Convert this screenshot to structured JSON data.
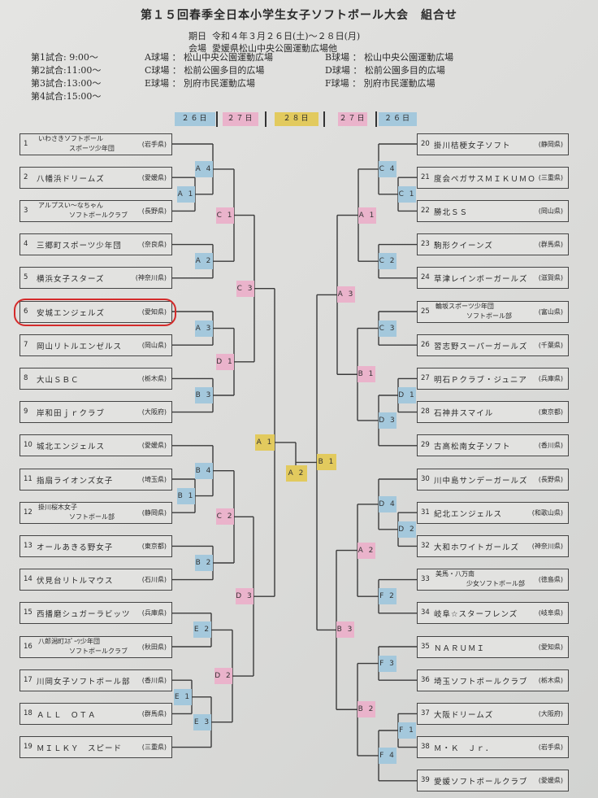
{
  "title": "第１５回春季全日本小学生女子ソフトボール大会　組合せ",
  "schedule": {
    "date_label": "期日",
    "date_value": "令和４年３月２６日(土)～２８日(月)",
    "venue_label": "会場",
    "venue_value": "愛媛県松山中央公園運動広場他"
  },
  "game_times": [
    "第1試合: 9:00～",
    "第2試合:11:00～",
    "第3試合:13:00～",
    "第4試合:15:00～"
  ],
  "fields": [
    {
      "label": "A球場",
      "name": "松山中央公園運動広場"
    },
    {
      "label": "B球場",
      "name": "松山中央公園運動広場"
    },
    {
      "label": "C球場",
      "name": "松前公園多目的広場"
    },
    {
      "label": "D球場",
      "name": "松前公園多目的広場"
    },
    {
      "label": "E球場",
      "name": "別府市民運動広場"
    },
    {
      "label": "F球場",
      "name": "別府市民運動広場"
    }
  ],
  "days": [
    {
      "label": "２６日",
      "color": "#a4c8dc"
    },
    {
      "label": "２７日",
      "color": "#eab3cb"
    },
    {
      "label": "２８日",
      "color": "#e2ca5e"
    },
    {
      "label": "２７日",
      "color": "#eab3cb"
    },
    {
      "label": "２６日",
      "color": "#a4c8dc"
    }
  ],
  "colors": {
    "blue": "#a4c8dc",
    "pink": "#eab3cb",
    "yellow": "#e2ca5e",
    "highlight": "#d42a2a"
  },
  "highlighted_team": 6,
  "teams": [
    {
      "num": "1",
      "name": [
        "いわさきソフトボール",
        "スポーツ少年団"
      ],
      "pref": "(岩手県)"
    },
    {
      "num": "2",
      "name": [
        "八幡浜ドリームズ"
      ],
      "pref": "(愛媛県)"
    },
    {
      "num": "3",
      "name": [
        "アルプスい～なちゃん",
        "ソフトボールクラブ"
      ],
      "pref": "(長野県)"
    },
    {
      "num": "4",
      "name": [
        "三郷町スポーツ少年団"
      ],
      "pref": "(奈良県)"
    },
    {
      "num": "5",
      "name": [
        "横浜女子スターズ"
      ],
      "pref": "(神奈川県)"
    },
    {
      "num": "6",
      "name": [
        "安城エンジェルズ"
      ],
      "pref": "(愛知県)"
    },
    {
      "num": "7",
      "name": [
        "岡山リトルエンゼルス"
      ],
      "pref": "(岡山県)"
    },
    {
      "num": "8",
      "name": [
        "大山ＳＢＣ"
      ],
      "pref": "(栃木県)"
    },
    {
      "num": "9",
      "name": [
        "岸和田ｊｒクラブ"
      ],
      "pref": "(大阪府)"
    },
    {
      "num": "10",
      "name": [
        "城北エンジェルス"
      ],
      "pref": "(愛媛県)"
    },
    {
      "num": "11",
      "name": [
        "指扇ライオンズ女子"
      ],
      "pref": "(埼玉県)"
    },
    {
      "num": "12",
      "name": [
        "掛川桜木女子",
        "ソフトボール部"
      ],
      "pref": "(静岡県)"
    },
    {
      "num": "13",
      "name": [
        "オールあきる野女子"
      ],
      "pref": "(東京都)"
    },
    {
      "num": "14",
      "name": [
        "伏見台リトルマウス"
      ],
      "pref": "(石川県)"
    },
    {
      "num": "15",
      "name": [
        "西播磨シュガーラビッツ"
      ],
      "pref": "(兵庫県)"
    },
    {
      "num": "16",
      "name": [
        "八郎潟町ｽﾎﾟｰﾂ少年団",
        "ソフトボールクラブ"
      ],
      "pref": "(秋田県)"
    },
    {
      "num": "17",
      "name": [
        "川岡女子ソフトボール部"
      ],
      "pref": "(香川県)"
    },
    {
      "num": "18",
      "name": [
        "ＡＬＬ　ＯＴＡ"
      ],
      "pref": "(群馬県)"
    },
    {
      "num": "19",
      "name": [
        "ＭＩＬＫＹ　スピード"
      ],
      "pref": "(三重県)"
    },
    {
      "num": "20",
      "name": [
        "掛川桔梗女子ソフト"
      ],
      "pref": "(静岡県)"
    },
    {
      "num": "21",
      "name": [
        "度会ペガサスＭＩＫＵＭＯ"
      ],
      "pref": "(三重県)"
    },
    {
      "num": "22",
      "name": [
        "勝北ＳＳ"
      ],
      "pref": "(岡山県)"
    },
    {
      "num": "23",
      "name": [
        "駒形クイーンズ"
      ],
      "pref": "(群馬県)"
    },
    {
      "num": "24",
      "name": [
        "草津レインボーガールズ"
      ],
      "pref": "(滋賀県)"
    },
    {
      "num": "25",
      "name": [
        "輪坂スポーツ少年団",
        "ソフトボール部"
      ],
      "pref": "(富山県)"
    },
    {
      "num": "26",
      "name": [
        "習志野スーパーガールズ"
      ],
      "pref": "(千葉県)"
    },
    {
      "num": "27",
      "name": [
        "明石Ｐクラブ・ジュニア"
      ],
      "pref": "(兵庫県)"
    },
    {
      "num": "28",
      "name": [
        "石神井スマイル"
      ],
      "pref": "(東京都)"
    },
    {
      "num": "29",
      "name": [
        "古高松南女子ソフト"
      ],
      "pref": "(香川県)"
    },
    {
      "num": "30",
      "name": [
        "川中島サンデーガールズ"
      ],
      "pref": "(長野県)"
    },
    {
      "num": "31",
      "name": [
        "紀北エンジェルス"
      ],
      "pref": "(和歌山県)"
    },
    {
      "num": "32",
      "name": [
        "大和ホワイトガールズ"
      ],
      "pref": "(神奈川県)"
    },
    {
      "num": "33",
      "name": [
        "美馬・八万南",
        "少女ソフトボール部"
      ],
      "pref": "(徳島県)"
    },
    {
      "num": "34",
      "name": [
        "岐阜☆スターフレンズ"
      ],
      "pref": "(岐阜県)"
    },
    {
      "num": "35",
      "name": [
        "ＮＡＲＵＭＩ"
      ],
      "pref": "(愛知県)"
    },
    {
      "num": "36",
      "name": [
        "埼玉ソフトボールクラブ"
      ],
      "pref": "(栃木県)"
    },
    {
      "num": "37",
      "name": [
        "大阪ドリームズ"
      ],
      "pref": "(大阪府)"
    },
    {
      "num": "38",
      "name": [
        "Ｍ・Ｋ　Ｊｒ．"
      ],
      "pref": "(岩手県)"
    },
    {
      "num": "39",
      "name": [
        "愛媛ソフトボールクラブ"
      ],
      "pref": "(愛媛県)"
    }
  ],
  "matches": {
    "LA1": {
      "label": "A 1",
      "color": "blue"
    },
    "LA4": {
      "label": "A 4",
      "color": "blue"
    },
    "LA2": {
      "label": "A 2",
      "color": "blue"
    },
    "LC1": {
      "label": "C 1",
      "color": "pink"
    },
    "LA3": {
      "label": "A 3",
      "color": "blue"
    },
    "LB3": {
      "label": "B 3",
      "color": "blue"
    },
    "LD1": {
      "label": "D 1",
      "color": "pink"
    },
    "LC3": {
      "label": "C 3",
      "color": "pink"
    },
    "LB1": {
      "label": "B 1",
      "color": "blue"
    },
    "LB4": {
      "label": "B 4",
      "color": "blue"
    },
    "LB2": {
      "label": "B 2",
      "color": "blue"
    },
    "LC2": {
      "label": "C 2",
      "color": "pink"
    },
    "LE1": {
      "label": "E 1",
      "color": "blue"
    },
    "LE3": {
      "label": "E 3",
      "color": "blue"
    },
    "LE2": {
      "label": "E 2",
      "color": "blue"
    },
    "LD2": {
      "label": "D 2",
      "color": "pink"
    },
    "LD3": {
      "label": "D 3",
      "color": "pink"
    },
    "FA1": {
      "label": "A 1",
      "color": "yellow"
    },
    "RC1": {
      "label": "C 1",
      "color": "blue"
    },
    "RC4": {
      "label": "C 4",
      "color": "blue"
    },
    "RC2": {
      "label": "C 2",
      "color": "blue"
    },
    "RA1": {
      "label": "A 1",
      "color": "pink"
    },
    "RC3": {
      "label": "C 3",
      "color": "blue"
    },
    "RD1": {
      "label": "D 1",
      "color": "blue"
    },
    "RD3": {
      "label": "D 3",
      "color": "blue"
    },
    "RB1": {
      "label": "B 1",
      "color": "pink"
    },
    "RA3": {
      "label": "A 3",
      "color": "pink"
    },
    "RD2": {
      "label": "D 2",
      "color": "blue"
    },
    "RD4": {
      "label": "D 4",
      "color": "blue"
    },
    "RF2": {
      "label": "F 2",
      "color": "blue"
    },
    "RA2": {
      "label": "A 2",
      "color": "pink"
    },
    "RF3": {
      "label": "F 3",
      "color": "blue"
    },
    "RF1": {
      "label": "F 1",
      "color": "blue"
    },
    "RF4": {
      "label": "F 4",
      "color": "blue"
    },
    "RB2": {
      "label": "B 2",
      "color": "pink"
    },
    "RB3": {
      "label": "B 3",
      "color": "pink"
    },
    "FB1": {
      "label": "B 1",
      "color": "yellow"
    },
    "FA2": {
      "label": "A 2",
      "color": "yellow"
    }
  }
}
